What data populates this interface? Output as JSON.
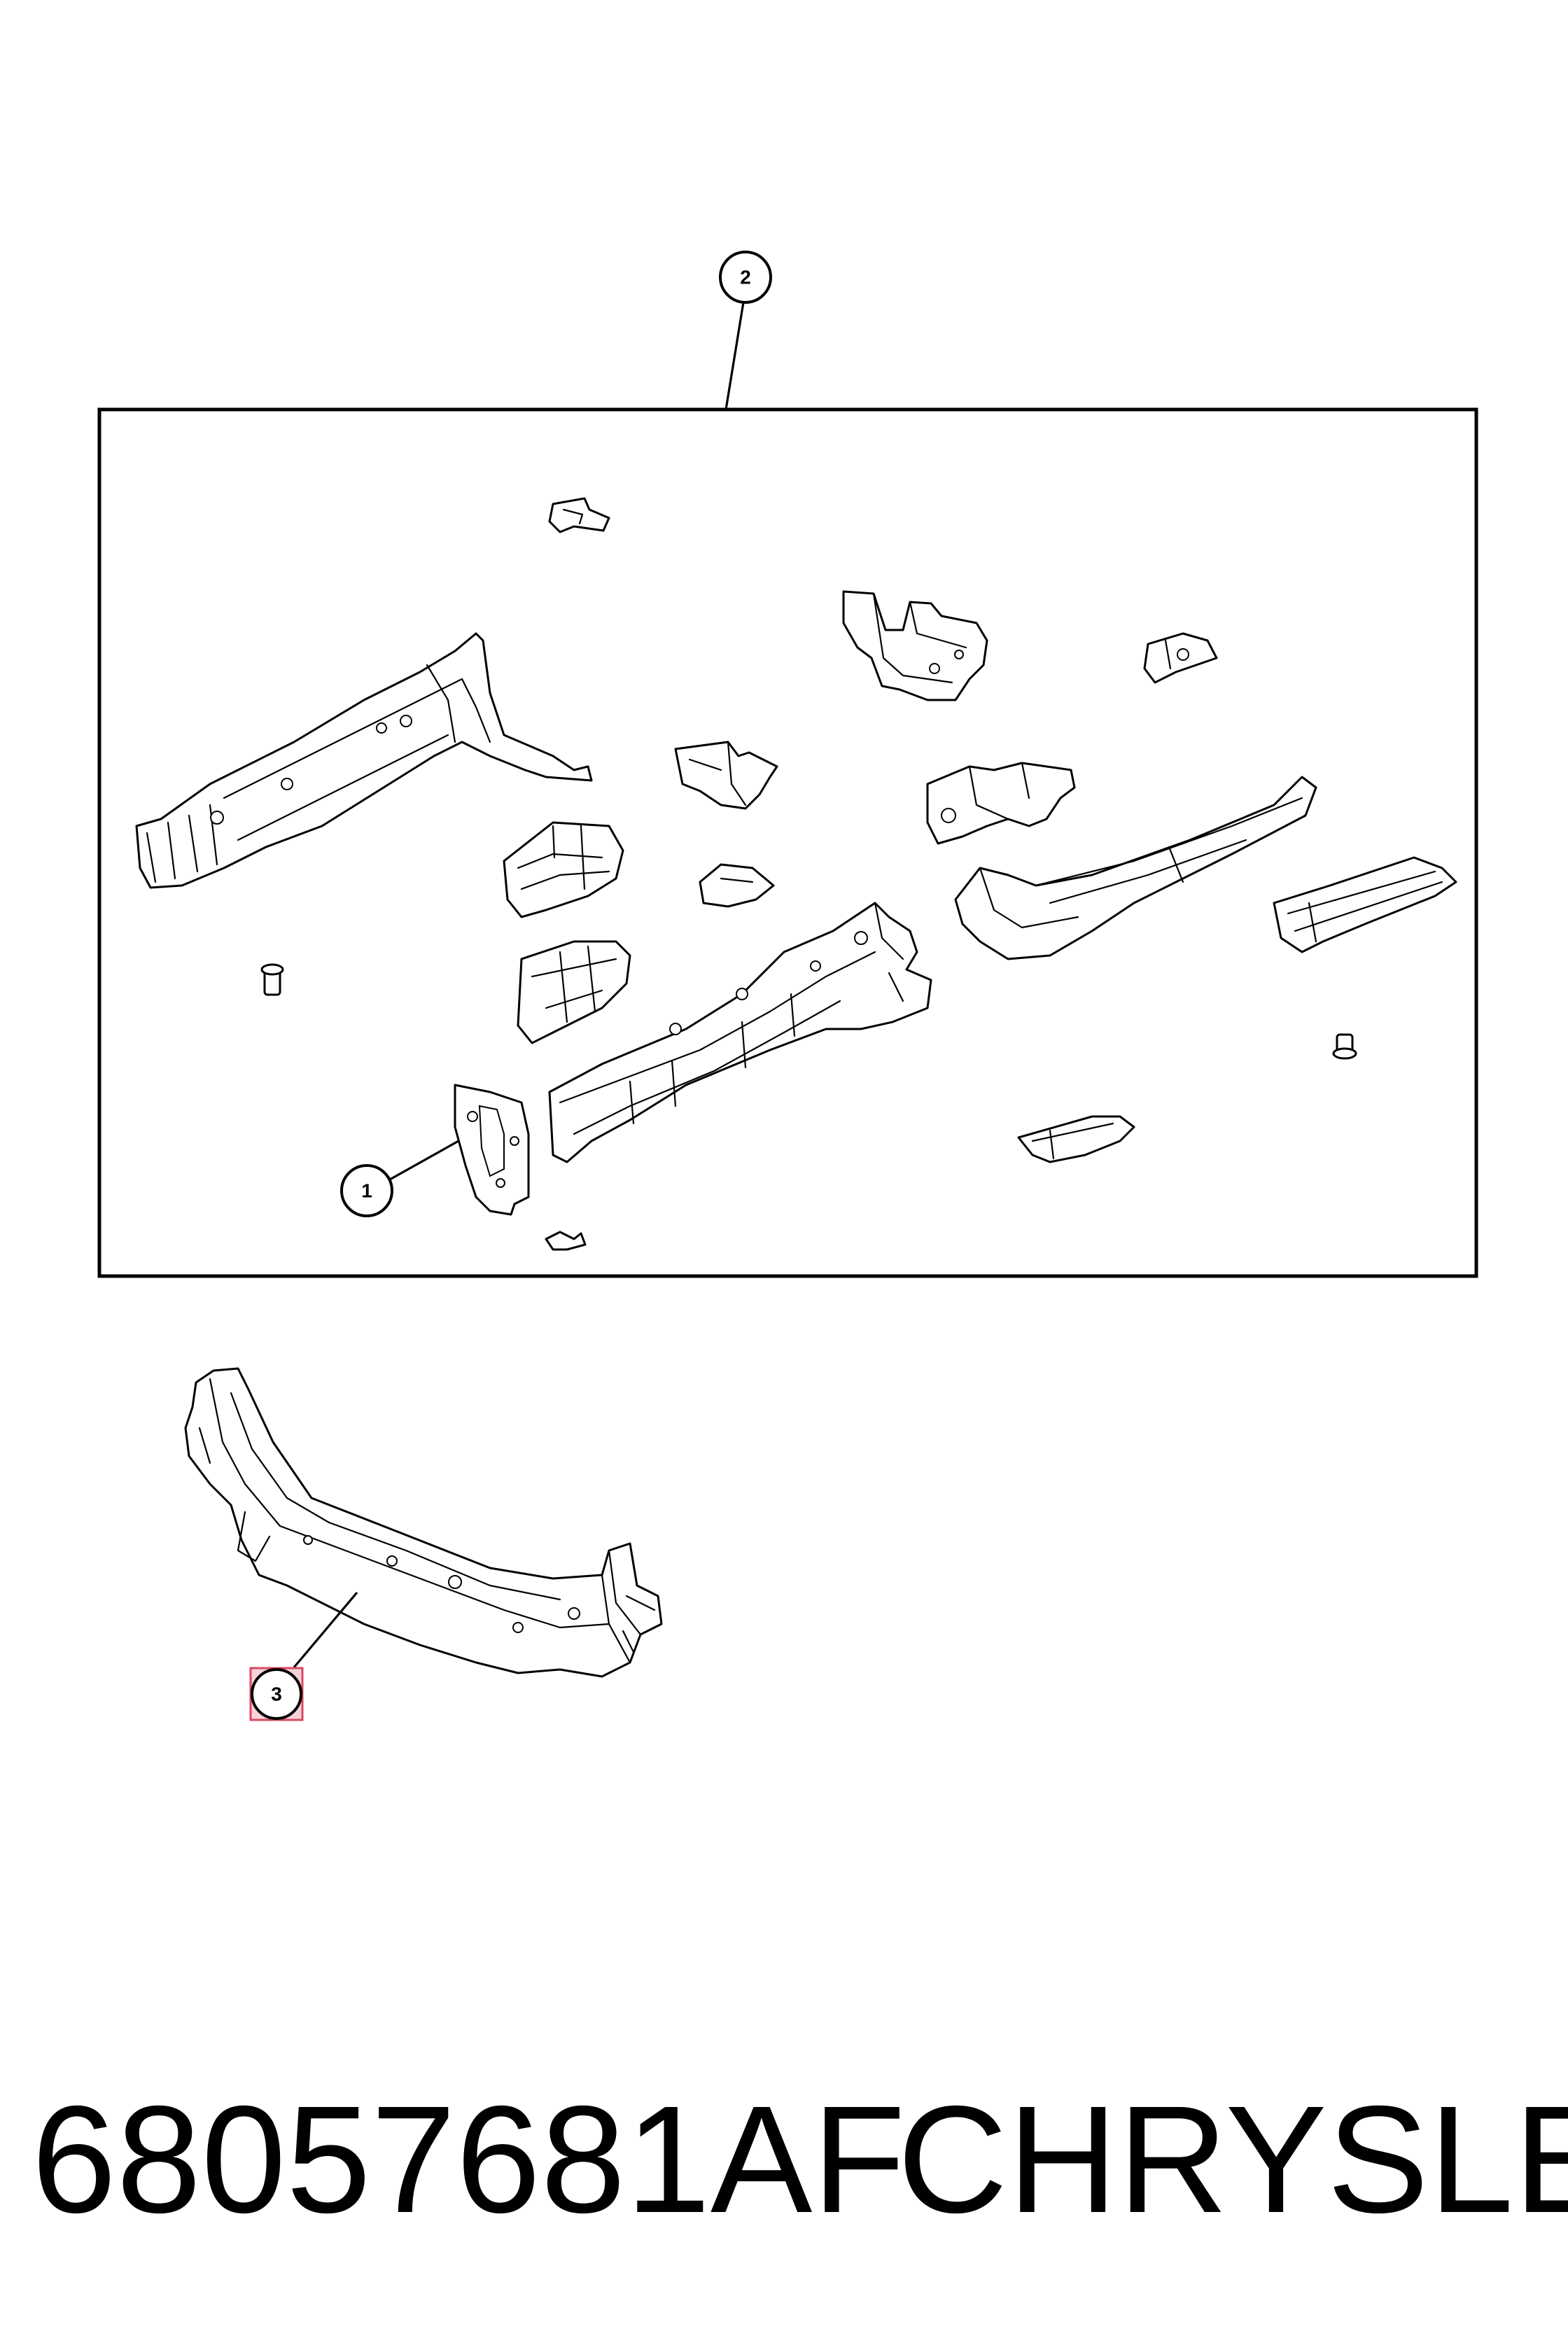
{
  "callouts": [
    {
      "id": "1",
      "label": "1"
    },
    {
      "id": "2",
      "label": "2"
    },
    {
      "id": "3",
      "label": "3",
      "highlighted": true
    }
  ],
  "footer": {
    "part_number": "68057681AF",
    "brand": "CHRYSLER"
  },
  "colors": {
    "highlight_fill": "#f6d3d8",
    "highlight_stroke": "#d94a5f",
    "line": "#000000",
    "background": "#ffffff"
  }
}
